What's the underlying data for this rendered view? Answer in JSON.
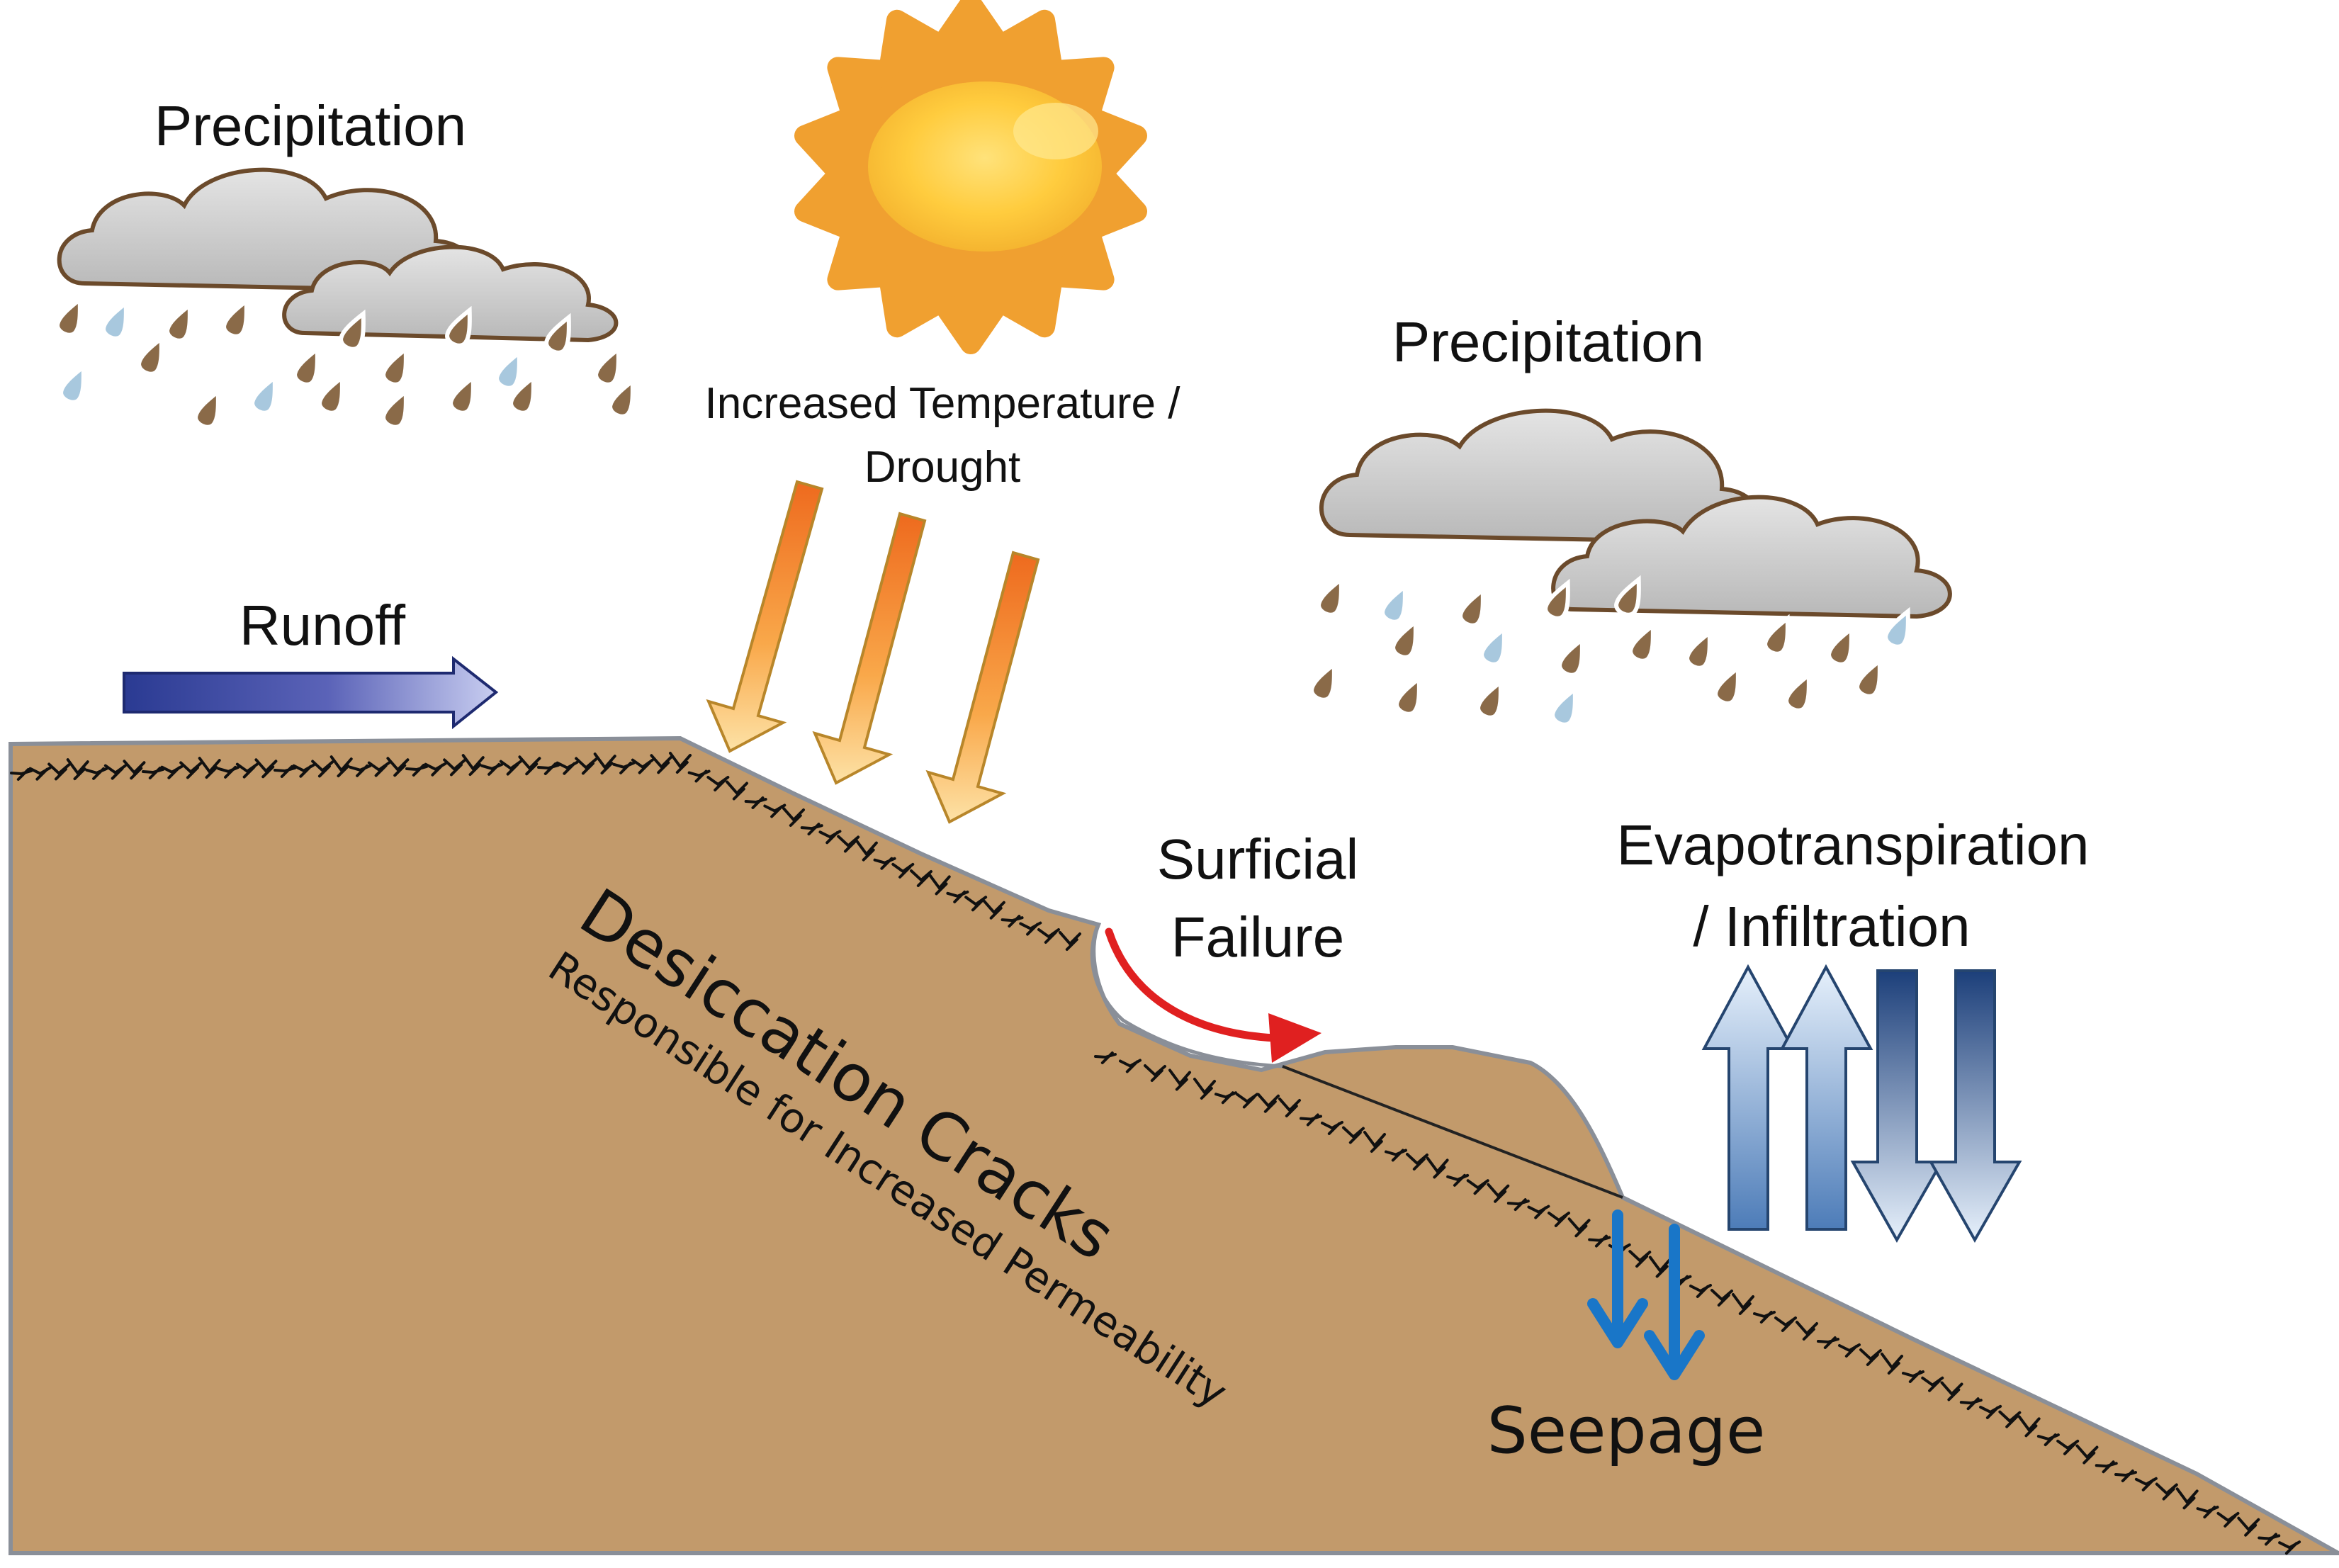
{
  "labels": {
    "precipitation_left": "Precipitation",
    "precipitation_right": "Precipitation",
    "runoff": "Runoff",
    "temp_line1": "Increased Temperature /",
    "temp_line2": "Drought",
    "surficial_line1": "Surficial",
    "surficial_line2": "Failure",
    "evapo_line1": "Evapotranspiration",
    "evapo_line2": "/ Infiltration",
    "desiccation_title": "Desiccation Cracks",
    "desiccation_sub": "Responsible for Increased Permeability",
    "seepage": "Seepage"
  },
  "colors": {
    "soil": "#c29a6b",
    "soil_outline": "#8a8f98",
    "sky": "#ffffff",
    "cloud": "#d3d3d3",
    "cloud_outline": "#6b4a2b",
    "raindrop": "#8a6a48",
    "sun_outer": "#f0a030",
    "sun_inner": "#ffd34d",
    "heat_arrow_top": "#ee6a1e",
    "heat_arrow_bottom": "#fde2a6",
    "runoff_dark": "#2a3a92",
    "runoff_light": "#c8cdf0",
    "evapo_dark": "#1c3f7a",
    "evapo_light": "#e6f0fb",
    "seepage_arrow": "#1976c8",
    "failure_arrow": "#e02020",
    "crack": "#111111"
  }
}
